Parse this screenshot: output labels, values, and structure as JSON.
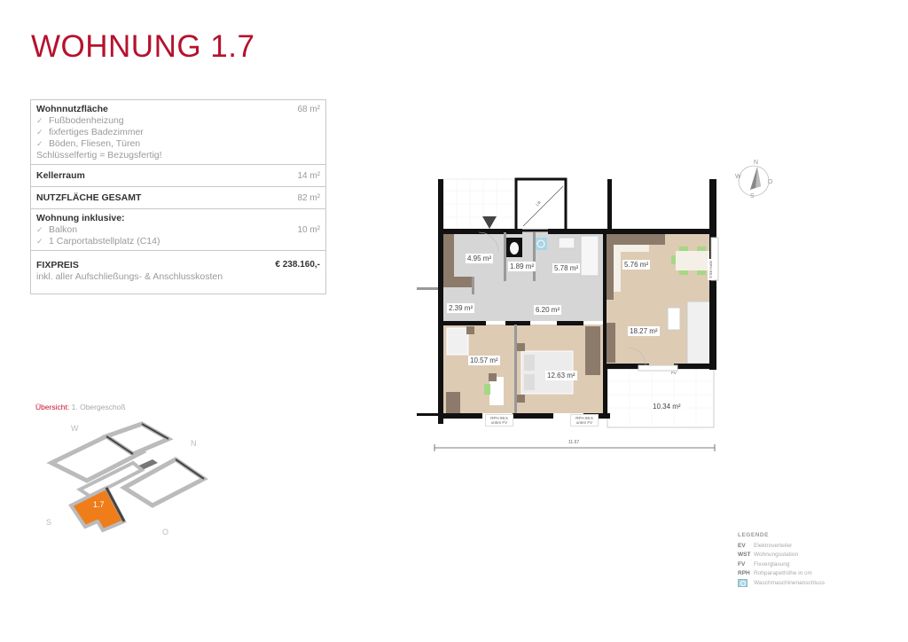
{
  "header": {
    "title": "WOHNUNG 1.7"
  },
  "info": {
    "wohnnutzflaeche": {
      "label": "Wohnnutzfläche",
      "value": "68 m²",
      "features": [
        "Fußbodenheizung",
        "fixfertiges Badezimmer",
        "Böden, Fliesen, Türen"
      ],
      "note": "Schlüsselfertig = Bezugsfertig!"
    },
    "kellerraum": {
      "label": "Kellerraum",
      "value": "14 m²"
    },
    "gesamt": {
      "label": "NUTZFLÄCHE GESAMT",
      "value": "82 m²"
    },
    "inklusive": {
      "label": "Wohnung inklusive:",
      "items": [
        "Balkon",
        "1 Carportabstellplatz (C14)"
      ],
      "value": "10 m²"
    },
    "fixpreis": {
      "label": "FIXPREIS",
      "value": "€ 238.160,-",
      "note": "inkl. aller Aufschließungs- & Anschlusskosten"
    }
  },
  "overview": {
    "label_prefix": "Übersicht:",
    "label_floor": "1. Obergeschoß",
    "unit_label": "1.7",
    "directions": {
      "w": "W",
      "n": "N",
      "s": "S",
      "o": "O"
    },
    "highlight_color": "#ef7d1a"
  },
  "plan": {
    "rooms": [
      {
        "id": "vorraum",
        "area": "4.95 m²"
      },
      {
        "id": "wc",
        "area": "1.89 m²"
      },
      {
        "id": "bad",
        "area": "5.78 m²"
      },
      {
        "id": "kueche",
        "area": "5.76 m²"
      },
      {
        "id": "abstellraum",
        "area": "2.39 m²"
      },
      {
        "id": "gang",
        "area": "6.20 m²"
      },
      {
        "id": "wohnen",
        "area": "18.27 m²"
      },
      {
        "id": "zimmer1",
        "area": "10.57 m²"
      },
      {
        "id": "schlafzimmer",
        "area": "12.63 m²"
      },
      {
        "id": "balkon",
        "area": "10.34 m²"
      }
    ],
    "labels": {
      "rph_window": "RPH 89.5",
      "rph_unten_1": "RPH 89.5\nunten FV",
      "rph_unten_2": "RPH 89.5\nunten FV",
      "fv": "FV",
      "lift": "Lift",
      "dimension": "11.67"
    },
    "colors": {
      "wall": "#111111",
      "wood_floor": "#ddcbb4",
      "tile_floor": "#d4d4d4",
      "furniture_dark": "#8c7b6b",
      "accent_green": "#a6d785"
    }
  },
  "compass": {
    "n": "N",
    "o": "O",
    "s": "S",
    "w": "W"
  },
  "legend": {
    "title": "LEGENDE",
    "entries": [
      {
        "abbr": "EV",
        "text": "Elektroverteiler"
      },
      {
        "abbr": "WST",
        "text": "Wohnungsstation"
      },
      {
        "abbr": "FV",
        "text": "Fixverglasung"
      },
      {
        "abbr": "RPH",
        "text": "Rohparapethöhe in cm"
      },
      {
        "abbr": "",
        "icon": "washing-machine-icon",
        "text": "Waschmaschinenanschluss"
      }
    ]
  }
}
